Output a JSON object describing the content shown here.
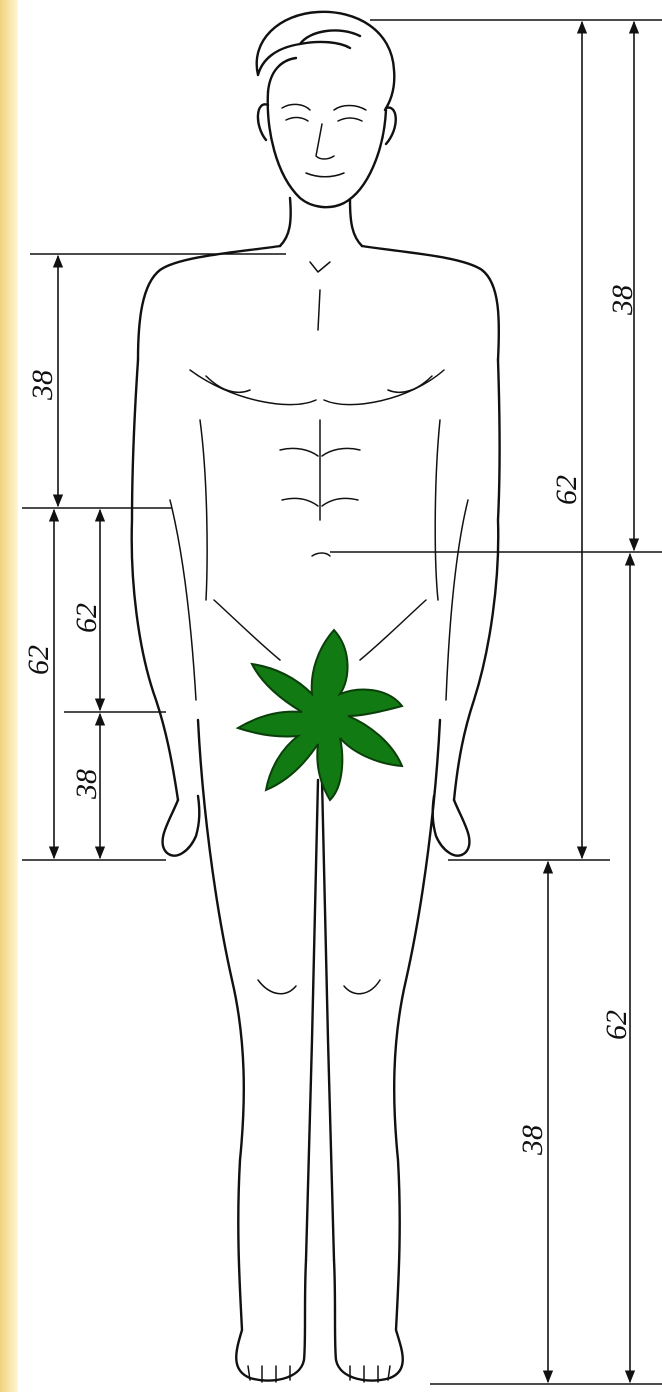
{
  "diagram": {
    "labels": {
      "left_upper_38": "38",
      "left_outer_62": "62",
      "left_inner_62": "62",
      "left_lower_38": "38",
      "right_outer_38": "38",
      "right_inner_62": "62",
      "right_lower_62": "62",
      "right_lower_38": "38"
    },
    "colors": {
      "left_border": "#f3df9a",
      "line": "#111111",
      "leaf": "#127a12"
    },
    "icons": [
      "leaf-cover-icon"
    ]
  }
}
